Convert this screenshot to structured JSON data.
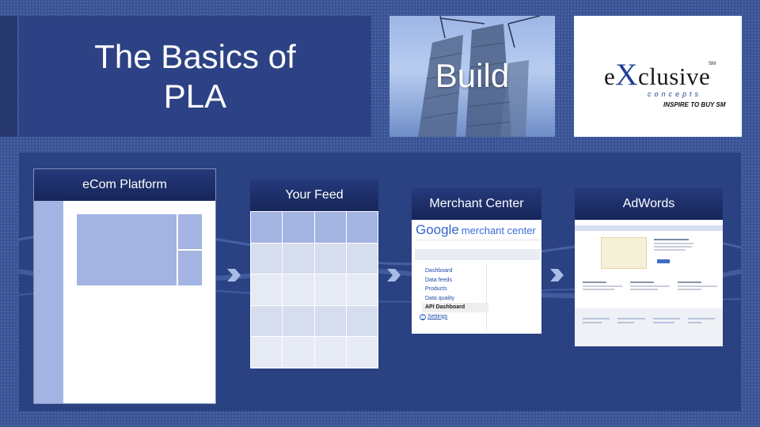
{
  "slide": {
    "title": "The Basics of PLA",
    "build_label": "Build",
    "logo": {
      "brand_e": "e",
      "brand_x": "X",
      "brand_rest": "clusive",
      "service_mark": "SM",
      "sub": "concepts",
      "tagline": "INSPIRE TO BUY SM"
    }
  },
  "flow": {
    "ecom": {
      "label": "eCom Platform"
    },
    "feed": {
      "label": "Your Feed"
    },
    "merchant": {
      "label": "Merchant Center",
      "logo_word": "Google",
      "logo_tail": "merchant center",
      "menu": [
        "Dashboard",
        "Data feeds",
        "Products",
        "Data quality",
        "API Dashboard",
        "Settings"
      ],
      "plus_symbol": "+"
    },
    "adwords": {
      "label": "AdWords"
    }
  },
  "colors": {
    "background": "#3a5396",
    "panel": "#2a4182",
    "header": "#16265a",
    "placeholder": "#a3b4e2",
    "arrow": "#a9bce6"
  },
  "icons": [
    "chevron-right-icon",
    "chevron-right-icon",
    "chevron-right-icon"
  ]
}
